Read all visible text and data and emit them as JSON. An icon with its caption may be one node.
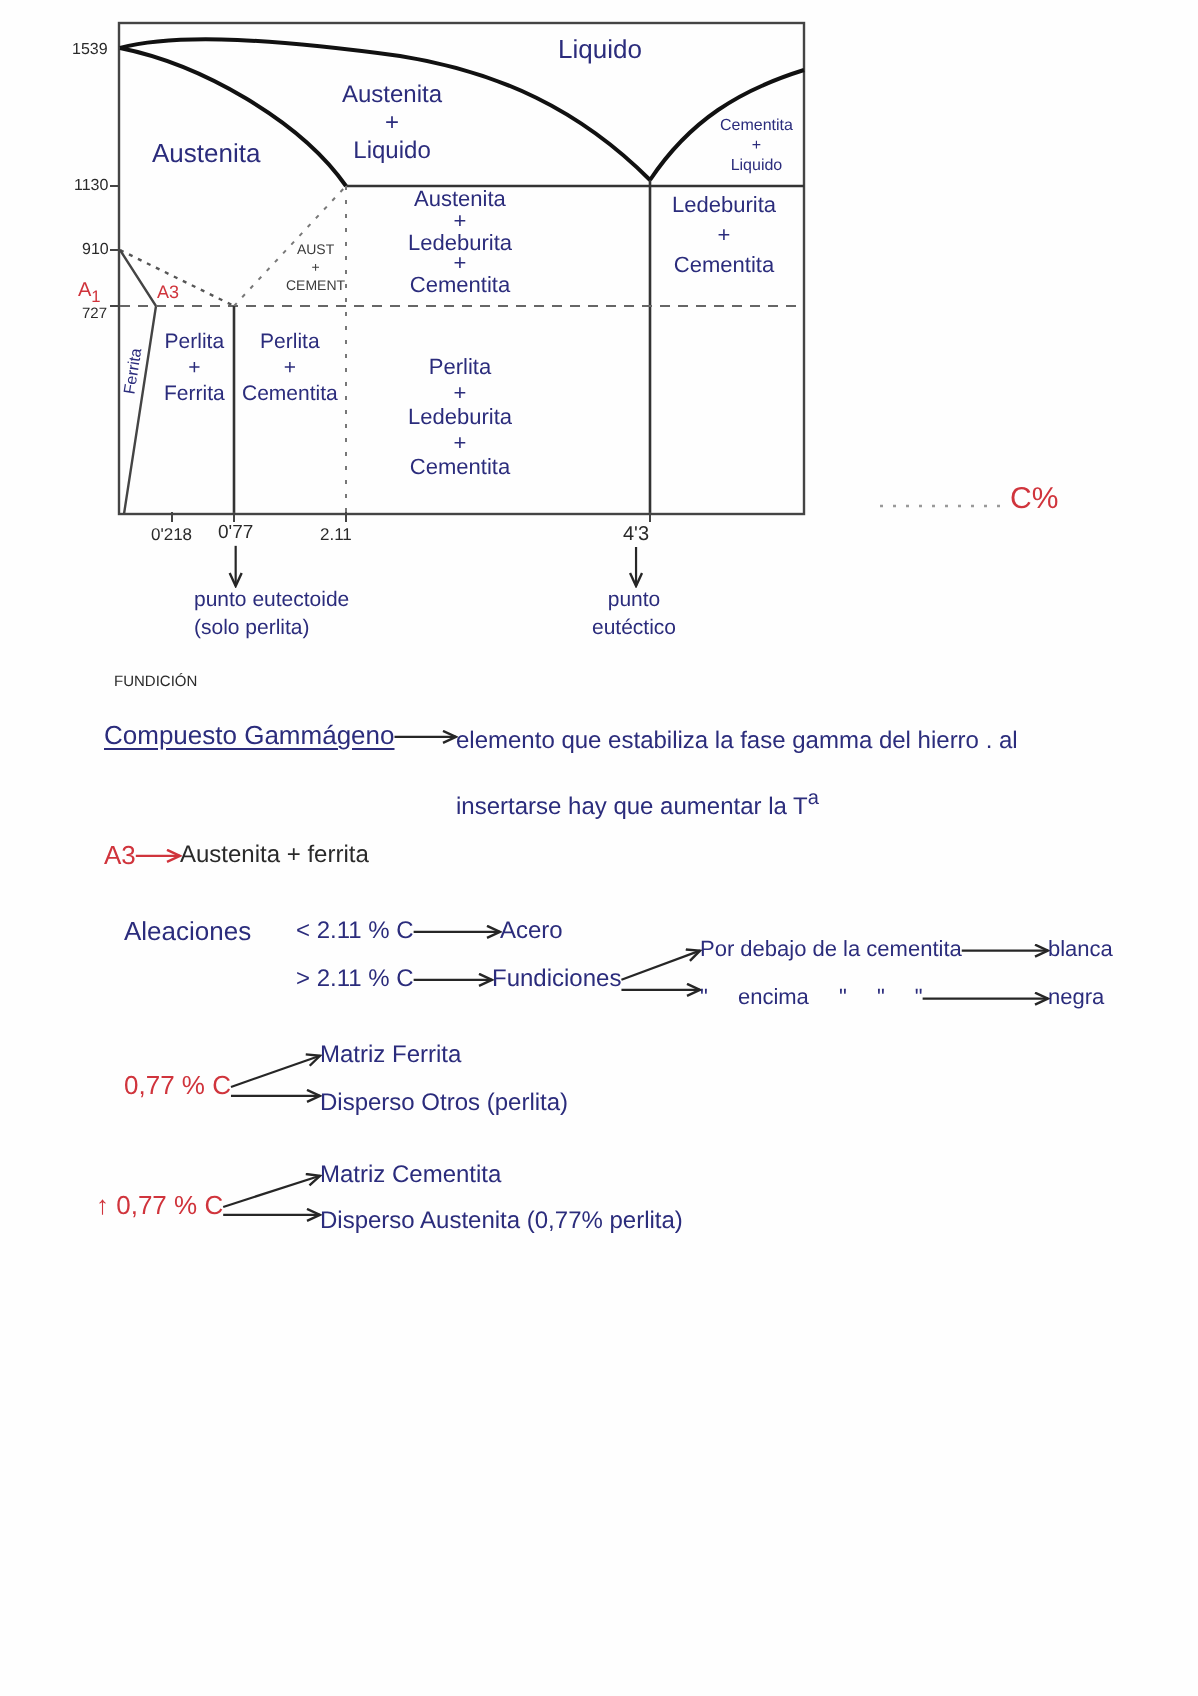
{
  "diagram": {
    "nodes": [
      {
        "text": [
          "0'77"
        ]
      },
      {
        "text": [
          "4'3"
        ]
      },
      {
        "text": [
          "punto eutectoide (solo perlita)"
        ]
      },
      {
        "text": [
          "punto eutéctico"
        ]
      },
      {
        "text": [
          "Compuesto Gammágeno"
        ]
      },
      {
        "text": [
          "elemento que estabiliza la fase gamma del hierro . al insertarse hay que aumentar la T$^{a}$"
        ]
      },
      {
        "text": [
          "A3"
        ]
      },
      {
        "text": [
          "Austenita + ferrita"
        ]
      },
      {
        "text": [
          "< 2.11 % C"
        ]
      },
      {
        "text": [
          "Acero"
        ]
      },
      {
        "text": [
          "> 2.11 % C"
        ]
      },
      {
        "text": [
          "Fundiciones"
        ]
      },
      {
        "text": [
          "Por debajo de la cementita"
        ]
      },
      {
        "text": [
          "blanca"
        ]
      },
      {
        "text": [
          "\" encima \" \" \""
        ]
      },
      {
        "text": [
          "negra"
        ]
      },
      {
        "text": [
          "0,77 % C"
        ]
      },
      {
        "text": [
          "Matriz Ferrita"
        ]
      },
      {
        "text": [
          "Disperso Otros (perlita)"
        ]
      },
      {
        "text": [
          "↑ 0,77 % C"
        ]
      },
      {
        "text": [
          "Matriz Cementita"
        ]
      },
      {
        "text": [
          "Disperso Austenita (0,77% perlita)"
        ]
      }
    ],
    "edges": [
      {
        "from": 0,
        "to": 2,
        "arrow": "to"
      },
      {
        "from": 1,
        "to": 3,
        "arrow": "to"
      },
      {
        "from": 4,
        "to": 5,
        "arrow": "to"
      },
      {
        "from": 6,
        "to": 7,
        "arrow": "to",
        "color": "#d0343c"
      },
      {
        "from": 8,
        "to": 9,
        "arrow": "to"
      },
      {
        "from": 10,
        "to": 11,
        "arrow": "to"
      },
      {
        "from": 11,
        "to": 12,
        "arrow": "to"
      },
      {
        "from": 12,
        "to": 13,
        "arrow": "to"
      },
      {
        "from": 11,
        "to": 14,
        "arrow": "to"
      },
      {
        "from": 14,
        "to": 15,
        "arrow": "to"
      },
      {
        "from": 16,
        "to": 17,
        "arrow": "to"
      },
      {
        "from": 16,
        "to": 18,
        "arrow": "to"
      },
      {
        "from": 19,
        "to": 20,
        "arrow": "to"
      },
      {
        "from": 19,
        "to": 21,
        "arrow": "to"
      }
    ],
    "labels": [
      "1539",
      "Liquido",
      "Austenita + Liquido",
      "Cementita + Liquido",
      "Austenita",
      "1130",
      "910",
      "AUST + CEMENT",
      "Austenita + Ledeburita + Cementita",
      "Ledeburita + Cementita",
      "A3",
      "A$_{1}$",
      "727",
      "Ferrita",
      "Perlita + Ferrita",
      "Perlita + Cementita",
      "Perlita + Ledeburita + Cementita",
      "C%",
      "0'218",
      "2.11",
      "FUNDICIÓN",
      "Aleaciones"
    ]
  }
}
